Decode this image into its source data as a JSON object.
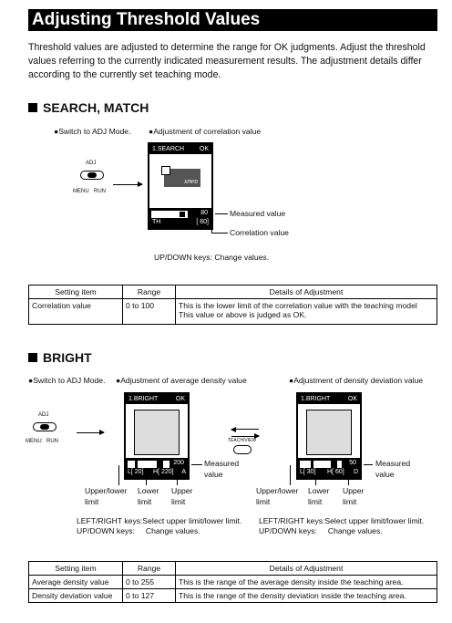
{
  "title": "Adjusting Threshold Values",
  "intro": "Threshold values are adjusted to determine the range for OK judgments. Adjust the threshold values referring to the currently indicated measurement results. The adjustment details differ according to the currently set teaching mode.",
  "search": {
    "heading": "SEARCH, MATCH",
    "switch_caption": "●Switch to ADJ Mode.",
    "adjust_caption": "●Adjustment of correlation value",
    "switch": {
      "top": "ADJ",
      "left": "MENU",
      "right": "RUN"
    },
    "lcd": {
      "title": "1.SEARCH",
      "status": "OK",
      "logo": "XPIPD",
      "measured": "80",
      "th_label": "TH",
      "th_value": "[ 60]"
    },
    "callouts": {
      "measured": "Measured value",
      "correlation": "Correlation value"
    },
    "keys": "UP/DOWN keys: Change values.",
    "table": {
      "headers": [
        "Setting item",
        "Range",
        "Details of Adjustment"
      ],
      "rows": [
        {
          "item": "Correlation value",
          "range": "0 to 100",
          "details": "This is the lower limit of the correlation value with the teaching model",
          "details2": "This value or above is judged as OK."
        }
      ]
    }
  },
  "bright": {
    "heading": "BRIGHT",
    "switch_caption": "●Switch to ADJ Mode.",
    "avg_caption": "●Adjustment of average density value",
    "dev_caption": "●Adjustment of density deviation value",
    "switch": {
      "top": "ADJ",
      "left": "MENU",
      "right": "RUN"
    },
    "lcd1": {
      "title": "1.BRIGHT",
      "status": "OK",
      "measured": "200",
      "low": "L[ 20]",
      "high": "H[ 220]",
      "mode": "A"
    },
    "lcd2": {
      "title": "1.BRIGHT",
      "status": "OK",
      "measured": "50",
      "low": "L[  30]",
      "high": "H[  60]",
      "mode": "D"
    },
    "teach": "TEACH/VIEW",
    "callouts": {
      "measured": "Measured",
      "measured2": "value",
      "upper_lower": "Upper/lower",
      "limit": "limit",
      "lower": "Lower",
      "upper": "Upper",
      "measured_value": "Measured",
      "value2": "value"
    },
    "keys1": "LEFT/RIGHT keys:Select upper limit/lower limit.",
    "keys2": "UP/DOWN keys:     Change values.",
    "table": {
      "headers": [
        "Setting item",
        "Range",
        "Details of Adjustment"
      ],
      "rows": [
        {
          "item": "Average density value",
          "range": "0 to 255",
          "details": "This is the range of the average density inside the teaching area."
        },
        {
          "item": "Density deviation value",
          "range": "0 to 127",
          "details": "This is the range of the density deviation inside the teaching area."
        }
      ]
    }
  }
}
